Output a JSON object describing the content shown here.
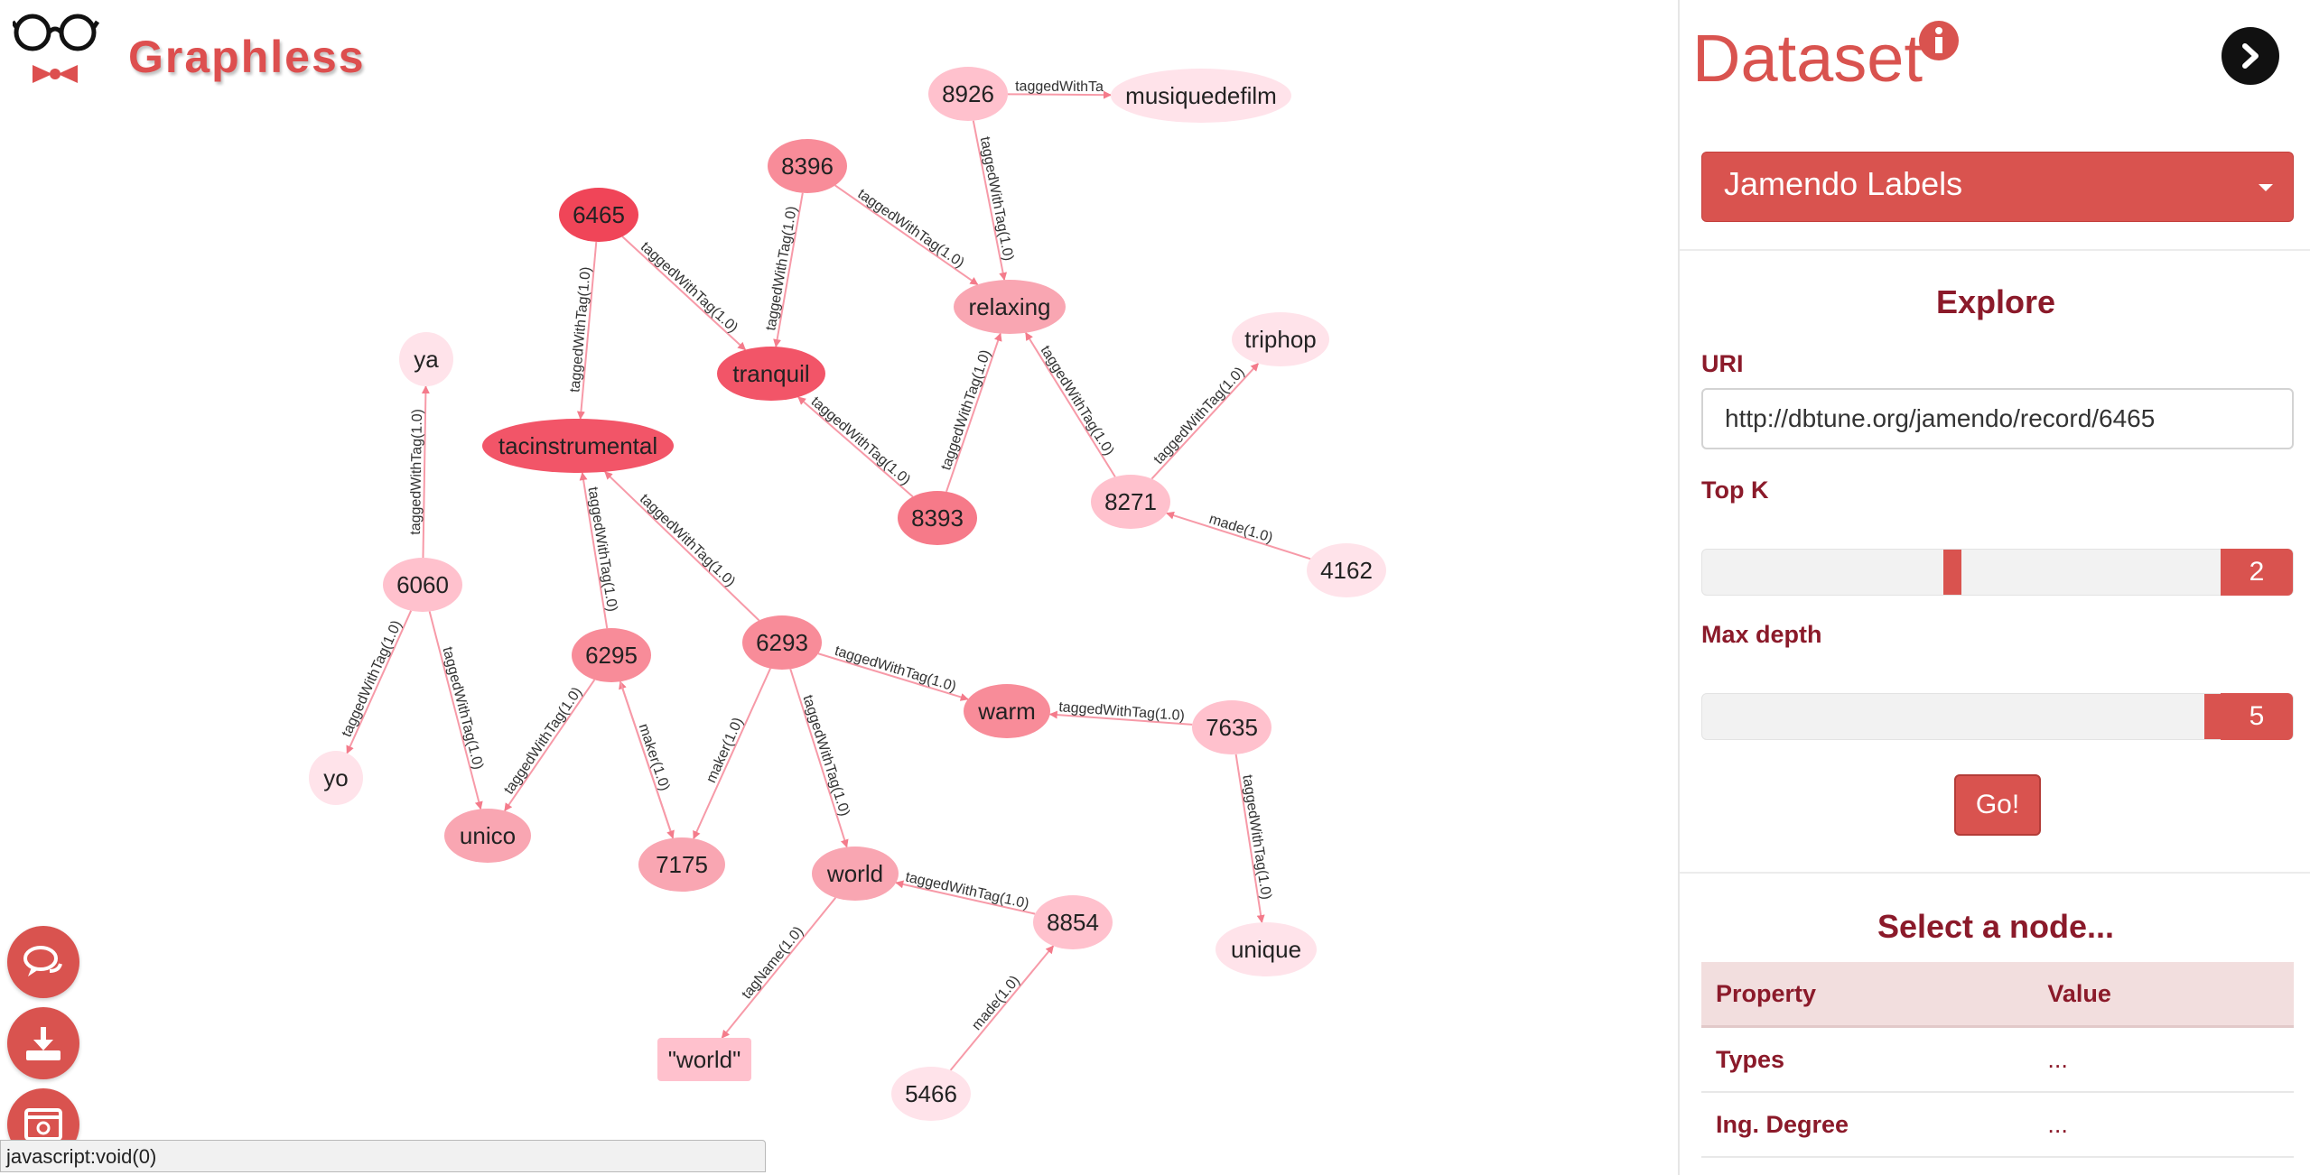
{
  "app": {
    "name": "Graphless"
  },
  "graph": {
    "nodes": [
      {
        "id": "8926",
        "label": "8926",
        "color": "#ffc1cd"
      },
      {
        "id": "musiquedefilm",
        "label": "musiquedefilm",
        "color": "#ffe3ea"
      },
      {
        "id": "8396",
        "label": "8396",
        "color": "#f88c99"
      },
      {
        "id": "6465",
        "label": "6465",
        "color": "#f04558"
      },
      {
        "id": "tranquil",
        "label": "tranquil",
        "color": "#f25568"
      },
      {
        "id": "relaxing",
        "label": "relaxing",
        "color": "#f9a6b2"
      },
      {
        "id": "triphop",
        "label": "triphop",
        "color": "#ffe3ea"
      },
      {
        "id": "ya",
        "label": "ya",
        "color": "#ffe3ea"
      },
      {
        "id": "tacinstrumental",
        "label": "tacinstrumental",
        "color": "#f25568"
      },
      {
        "id": "8393",
        "label": "8393",
        "color": "#f67a89"
      },
      {
        "id": "8271",
        "label": "8271",
        "color": "#ffc1cd"
      },
      {
        "id": "4162",
        "label": "4162",
        "color": "#ffe3ea"
      },
      {
        "id": "6060",
        "label": "6060",
        "color": "#ffc1cd"
      },
      {
        "id": "6295",
        "label": "6295",
        "color": "#f88c99"
      },
      {
        "id": "6293",
        "label": "6293",
        "color": "#f88c99"
      },
      {
        "id": "warm",
        "label": "warm",
        "color": "#f88c99"
      },
      {
        "id": "7635",
        "label": "7635",
        "color": "#ffc1cd"
      },
      {
        "id": "yo",
        "label": "yo",
        "color": "#ffe3ea"
      },
      {
        "id": "unico",
        "label": "unico",
        "color": "#f9a6b2"
      },
      {
        "id": "7175",
        "label": "7175",
        "color": "#f9a6b2"
      },
      {
        "id": "world",
        "label": "world",
        "color": "#f9a6b2"
      },
      {
        "id": "8854",
        "label": "8854",
        "color": "#ffc1cd"
      },
      {
        "id": "unique",
        "label": "unique",
        "color": "#ffe3ea"
      },
      {
        "id": "world_literal",
        "label": "\"world\"",
        "color": "#ffc1cd"
      },
      {
        "id": "5466",
        "label": "5466",
        "color": "#ffe3ea"
      }
    ],
    "edges": [
      {
        "from": "8926",
        "to": "musiquedefilm",
        "label": "taggedWithTa"
      },
      {
        "from": "8926",
        "to": "relaxing",
        "label": "taggedWithTag(1.0)"
      },
      {
        "from": "8396",
        "to": "tranquil",
        "label": "taggedWithTag(1.0)"
      },
      {
        "from": "8396",
        "to": "relaxing",
        "label": "taggedWithTag(1.0)"
      },
      {
        "from": "6465",
        "to": "tranquil",
        "label": "taggedWithTag(1.0)"
      },
      {
        "from": "6465",
        "to": "tacinstrumental",
        "label": "taggedWithTag(1.0)"
      },
      {
        "from": "8393",
        "to": "tranquil",
        "label": "taggedWithTag(1.0)"
      },
      {
        "from": "8393",
        "to": "relaxing",
        "label": "taggedWithTag(1.0)"
      },
      {
        "from": "8271",
        "to": "relaxing",
        "label": "taggedWithTag(1.0)"
      },
      {
        "from": "8271",
        "to": "triphop",
        "label": "taggedWithTag(1.0)"
      },
      {
        "from": "4162",
        "to": "8271",
        "label": "made(1.0)"
      },
      {
        "from": "6060",
        "to": "ya",
        "label": "taggedWithTag(1.0)"
      },
      {
        "from": "6060",
        "to": "yo",
        "label": "taggedWithTag(1.0)"
      },
      {
        "from": "6060",
        "to": "unico",
        "label": "taggedWithTag(1.0)"
      },
      {
        "from": "6295",
        "to": "tacinstrumental",
        "label": "taggedWithTag(1.0)"
      },
      {
        "from": "6295",
        "to": "unico",
        "label": "taggedWithTag(1.0)"
      },
      {
        "from": "7175",
        "to": "6295",
        "label": "maker(1.0)"
      },
      {
        "from": "6295",
        "to": "7175",
        "label": ""
      },
      {
        "from": "6293",
        "to": "tacinstrumental",
        "label": "taggedWithTag(1.0)"
      },
      {
        "from": "6293",
        "to": "warm",
        "label": "taggedWithTag(1.0)"
      },
      {
        "from": "6293",
        "to": "7175",
        "label": "maker(1.0)"
      },
      {
        "from": "6293",
        "to": "world",
        "label": "taggedWithTag(1.0)"
      },
      {
        "from": "7635",
        "to": "warm",
        "label": "taggedWithTag(1.0)"
      },
      {
        "from": "7635",
        "to": "unique",
        "label": "taggedWithTag(1.0)"
      },
      {
        "from": "8854",
        "to": "world",
        "label": "taggedWithTag(1.0)"
      },
      {
        "from": "world",
        "to": "world_literal",
        "label": "tagName(1.0)"
      },
      {
        "from": "5466",
        "to": "8854",
        "label": "made(1.0)"
      }
    ]
  },
  "fabs": [
    {
      "name": "chat-button",
      "icon": "chat-bubbles-icon"
    },
    {
      "name": "download-button",
      "icon": "download-icon"
    },
    {
      "name": "screenshot-button",
      "icon": "browser-window-icon"
    }
  ],
  "status_bar": {
    "text": "javascript:void(0)"
  },
  "panel": {
    "title": "Dataset",
    "dataset_select": "Jamendo Labels",
    "explore": {
      "title": "Explore",
      "uri_label": "URI",
      "uri_value": "http://dbtune.org/jamendo/record/6465",
      "topk_label": "Top K",
      "topk_value": "2",
      "topk_level": 0.45,
      "maxdepth_label": "Max depth",
      "maxdepth_value": "5",
      "maxdepth_level": 1.0,
      "go_label": "Go!"
    },
    "node": {
      "title": "Select a node...",
      "headers": [
        "Property",
        "Value"
      ],
      "rows": [
        {
          "property": "Types",
          "value": "..."
        },
        {
          "property": "Ing. Degree",
          "value": "..."
        }
      ]
    }
  },
  "colors": {
    "accent": "#d9534f",
    "dark_red": "#8b1a2a",
    "edge": "#f79aa8"
  }
}
